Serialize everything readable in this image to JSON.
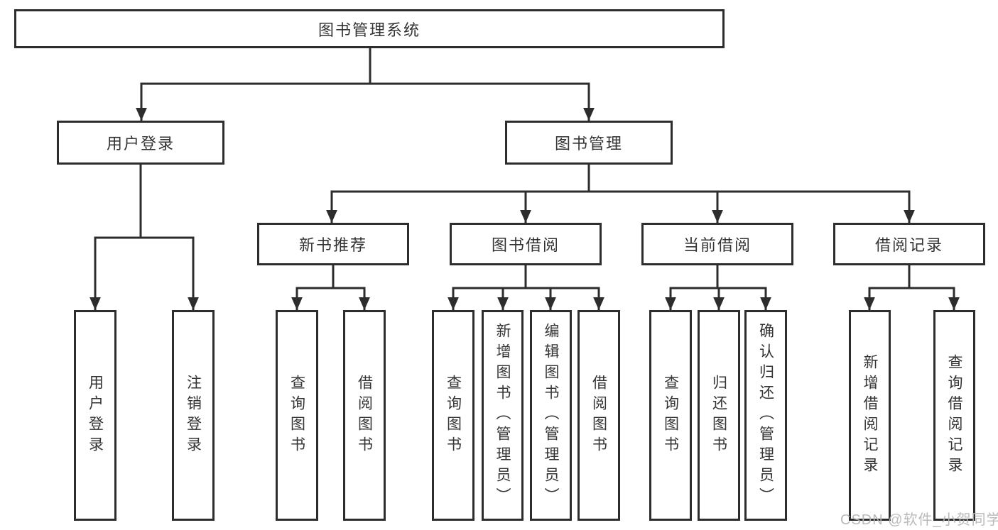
{
  "diagram_title": "图书管理系统",
  "tree": {
    "root": {
      "label": "图书管理系统",
      "children": [
        {
          "label": "用户登录",
          "children": [
            {
              "label": "用户登录"
            },
            {
              "label": "注销登录"
            }
          ]
        },
        {
          "label": "图书管理",
          "children": [
            {
              "label": "新书推荐",
              "children": [
                {
                  "label": "查询图书"
                },
                {
                  "label": "借阅图书"
                }
              ]
            },
            {
              "label": "图书借阅",
              "children": [
                {
                  "label": "查询图书"
                },
                {
                  "label": "新增图书（管理员）"
                },
                {
                  "label": "编辑图书（管理员）"
                },
                {
                  "label": "借阅图书"
                }
              ]
            },
            {
              "label": "当前借阅",
              "children": [
                {
                  "label": "查询图书"
                },
                {
                  "label": "归还图书"
                },
                {
                  "label": "确认归还（管理员）"
                }
              ]
            },
            {
              "label": "借阅记录",
              "children": [
                {
                  "label": "新增借阅记录"
                },
                {
                  "label": "查询借阅记录"
                }
              ]
            }
          ]
        }
      ]
    }
  },
  "watermark": {
    "text": "CSDN @软件_小贺同学"
  },
  "colors": {
    "line": "#2d2d2d",
    "box_border": "#2d2d2d",
    "box_fill": "#ffffff",
    "text": "#333333",
    "watermark": "#b6b6b6",
    "background": "#ffffff"
  }
}
